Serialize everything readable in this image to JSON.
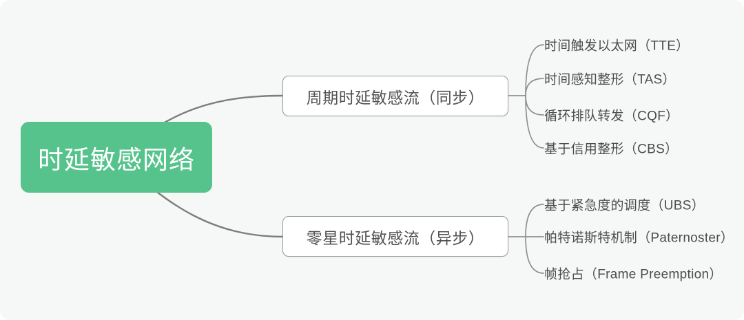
{
  "colors": {
    "background": "#f6f7f7",
    "root_fill": "#55c38b",
    "root_text": "#ffffff",
    "branch_border": "#9b9b9b",
    "branch_text": "#525252",
    "leaf_text": "#4c4c4c",
    "connector": "#828282"
  },
  "map": {
    "root": {
      "label": "时延敏感网络"
    },
    "branches": [
      {
        "label": "周期时延敏感流（同步）",
        "children": [
          "时间触发以太网（TTE）",
          "时间感知整形（TAS）",
          "循环排队转发（CQF）",
          "基于信用整形（CBS）"
        ]
      },
      {
        "label": "零星时延敏感流（异步）",
        "children": [
          "基于紧急度的调度（UBS）",
          "帕特诺斯特机制（Paternoster）",
          "帧抢占（Frame Preemption）"
        ]
      }
    ]
  }
}
